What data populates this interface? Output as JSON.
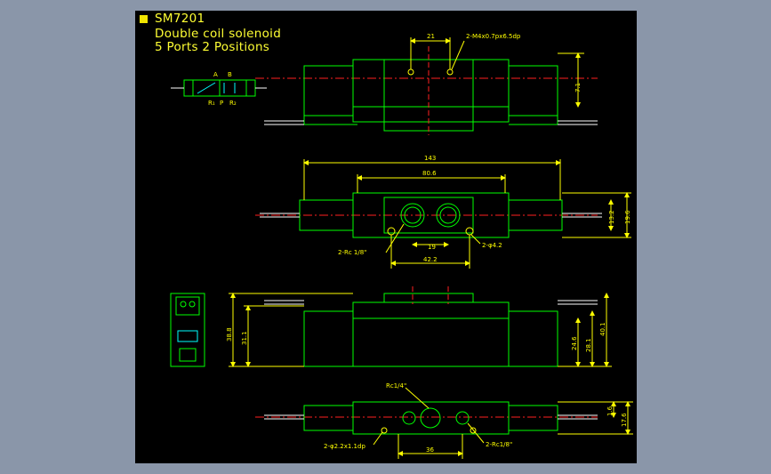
{
  "title": {
    "model": "SM7201",
    "line1": "Double coil solenoid",
    "line2": "5 Ports 2 Positions"
  },
  "symbol": {
    "port_a": "A",
    "port_b": "B",
    "port_r1": "R₁",
    "port_p": "P",
    "port_r2": "R₂"
  },
  "top_view": {
    "dim_width": "21",
    "thread_callout": "2-M4x0.7px6.5dp",
    "dim_height": "7.1"
  },
  "plan_view": {
    "dim_overall": "143",
    "dim_body": "80.6",
    "dim_depth_inner": "13.2",
    "dim_depth_outer": "19.6",
    "port_pitch": "19",
    "hole_pitch": "42.2",
    "port_callout": "2-Rc 1/8\"",
    "hole_callout": "2-φ4.2"
  },
  "front_view": {
    "dim_height_outer": "38.8",
    "dim_height_inner": "31.1",
    "dim_right_inner": "24.6",
    "dim_right_mid": "28.1",
    "dim_right_outer": "40.1"
  },
  "bottom_view": {
    "port_callout_main": "Rc1/4\"",
    "port_callout_side": "2-Rc1/8\"",
    "pin_callout": "2-φ2.2x1.1dp",
    "dim_pitch": "36",
    "dim_small": "1.6",
    "dim_right": "17.6"
  },
  "colors": {
    "background": "#000000",
    "frame": "#8a96a9",
    "title": "#ffff33",
    "body": "#00ff00",
    "dimension": "#ffff00",
    "centerline": "#ff2020",
    "wire": "#ffffff"
  }
}
